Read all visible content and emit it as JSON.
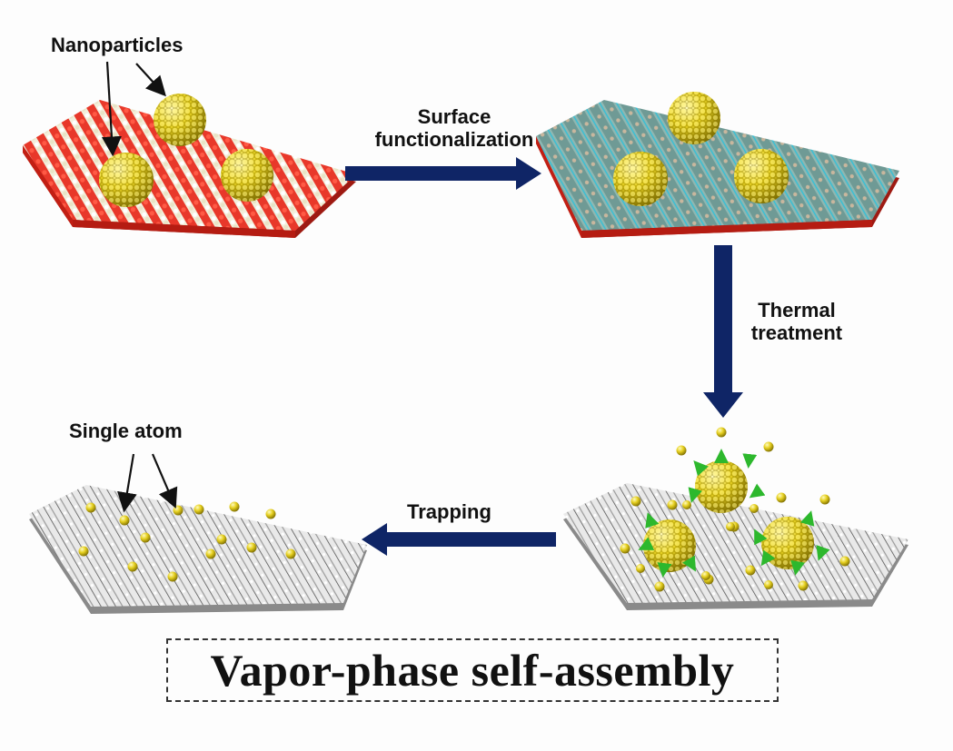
{
  "labels": {
    "nanoparticles": "Nanoparticles",
    "surface_line1": "Surface",
    "surface_line2": "functionalization",
    "thermal_line1": "Thermal",
    "thermal_line2": "treatment",
    "single_atom": "Single atom",
    "trapping": "Trapping"
  },
  "title": "Vapor-phase self-assembly",
  "colors": {
    "process_arrow": "#0f2566",
    "nanoparticle": "#e6d020",
    "substrate_red": "#e8382a",
    "substrate_cream": "#f0ecd8",
    "substrate_functionalized": "#5f8f8a",
    "substrate_gray": "#d8d8d8",
    "emission_arrow": "#2db82d"
  }
}
